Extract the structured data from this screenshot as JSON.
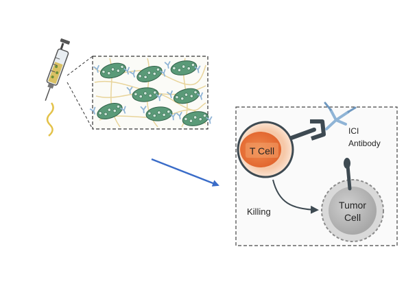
{
  "labels": {
    "t_cell": "T Cell",
    "ici_line1": "ICI",
    "ici_line2": "Antibody",
    "killing": "Killing",
    "tumor_line1": "Tumor",
    "tumor_line2": "Cell"
  },
  "colors": {
    "arrow_blue": "#3a6cc8",
    "tcell_orange": "#e8733a",
    "tcell_halo": "#f7cdb0",
    "tumor_grey": "#b3b3b3",
    "tumor_halo": "#d9d9d9",
    "connector_dark": "#3e4a52",
    "antibody_blue": "#8fb4d6",
    "hydrogel_fiber": "#e8d49a",
    "particle_green": "#5a9a78",
    "syringe_yellow": "#d7b84b"
  },
  "icons": [
    "syringe-icon",
    "hydrogel-particle-icon",
    "antibody-icon",
    "receptor-icon"
  ]
}
